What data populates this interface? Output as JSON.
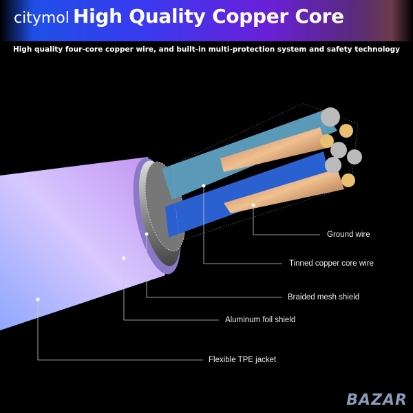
{
  "header": {
    "brand": "citymol",
    "title": "High Quality Copper Core",
    "subtitle": "High quality four-core copper wire, and built-in multi-protection system and safety technology"
  },
  "labels": {
    "ground_wire": "Ground wire",
    "tinned_copper": "Tinned copper core wire",
    "braided_mesh": "Braided mesh shield",
    "aluminum_foil": "Aluminum foil shield",
    "tpe_jacket": "Flexible TPE jacket"
  },
  "watermark": "BAZAR",
  "colors": {
    "banner_blue": "#1f4fe6",
    "banner_purple": "#6a1fd8",
    "jacket": "#c9b8f5"
  }
}
